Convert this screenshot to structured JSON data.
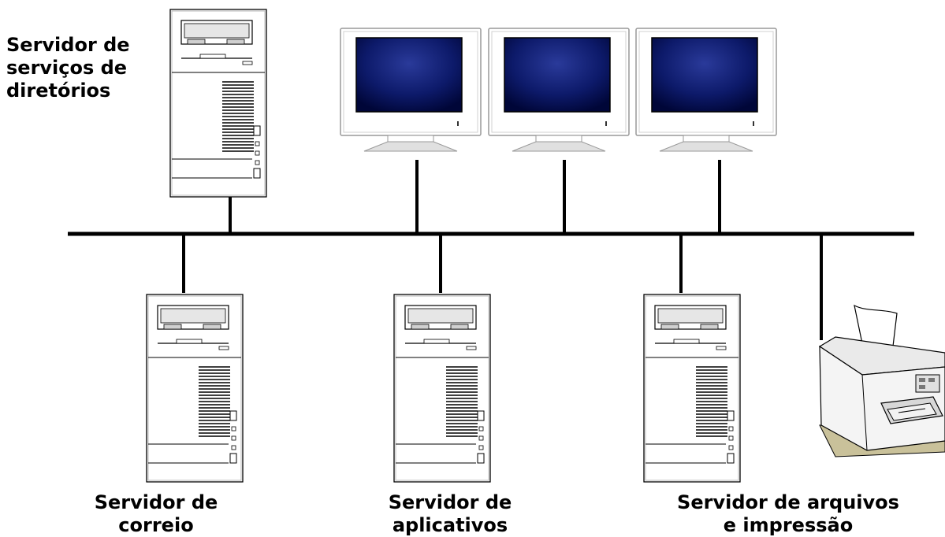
{
  "labels": {
    "directory_server": "Servidor de\nserviços de\ndiretórios",
    "mail_server": "Servidor de\ncorreio",
    "app_server": "Servidor de\naplicativos",
    "file_print_server": "Servidor de arquivos\ne impressão"
  },
  "nodes": [
    {
      "id": "directory-server",
      "kind": "server-tower"
    },
    {
      "id": "workstation-1",
      "kind": "monitor"
    },
    {
      "id": "workstation-2",
      "kind": "monitor"
    },
    {
      "id": "workstation-3",
      "kind": "monitor"
    },
    {
      "id": "mail-server",
      "kind": "server-tower"
    },
    {
      "id": "app-server",
      "kind": "server-tower"
    },
    {
      "id": "file-print-server",
      "kind": "server-tower"
    },
    {
      "id": "printer",
      "kind": "printer"
    }
  ],
  "colors": {
    "line": "#000000",
    "screen_dark": "#000a4a",
    "screen_light": "#1c2a8a",
    "case": "#ffffff",
    "case_shade": "#d9d9d9",
    "printer_base": "#c9c19a"
  }
}
